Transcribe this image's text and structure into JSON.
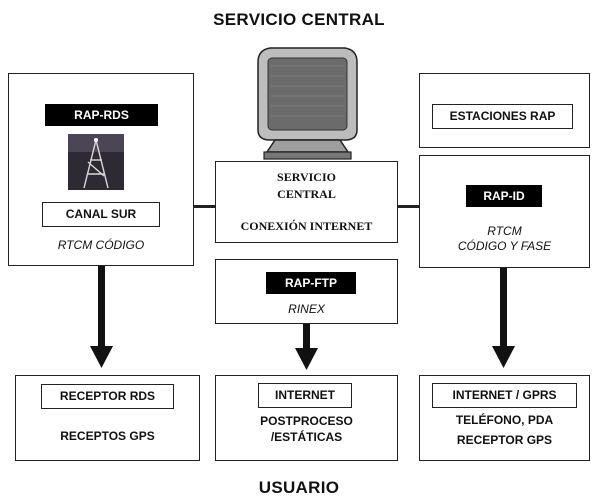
{
  "header": {
    "title": "SERVICIO CENTRAL"
  },
  "footer": {
    "title": "USUARIO"
  },
  "left_box": {
    "badge": "RAP-RDS",
    "label": "CANAL SUR",
    "caption": "RTCM CÓDIGO"
  },
  "center_box": {
    "line1": "SERVICIO",
    "line2": "CENTRAL",
    "line3": "CONEXIÓN INTERNET"
  },
  "ftp_box": {
    "badge": "RAP-FTP",
    "caption": "RINEX"
  },
  "right_top_box": {
    "label": "ESTACIONES RAP"
  },
  "right_box": {
    "badge": "RAP-ID",
    "caption_line1": "RTCM",
    "caption_line2": "CÓDIGO Y FASE"
  },
  "bottom_left": {
    "label": "RECEPTOR RDS",
    "text": "RECEPTOS GPS"
  },
  "bottom_center": {
    "label": "INTERNET",
    "text_line1": "POSTPROCESO",
    "text_line2": "/ESTÁTICAS"
  },
  "bottom_right": {
    "label": "INTERNET / GPRS",
    "text_line1": "TELÉFONO, PDA",
    "text_line2": "RECEPTOR GPS"
  }
}
